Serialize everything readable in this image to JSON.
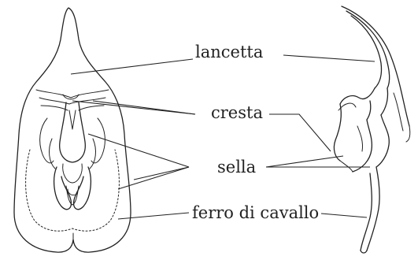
{
  "labels": {
    "lancetta": "lancetta",
    "cresta": "cresta",
    "sella": "sella",
    "ferro_di_cavallo": "ferro di cavallo"
  }
}
